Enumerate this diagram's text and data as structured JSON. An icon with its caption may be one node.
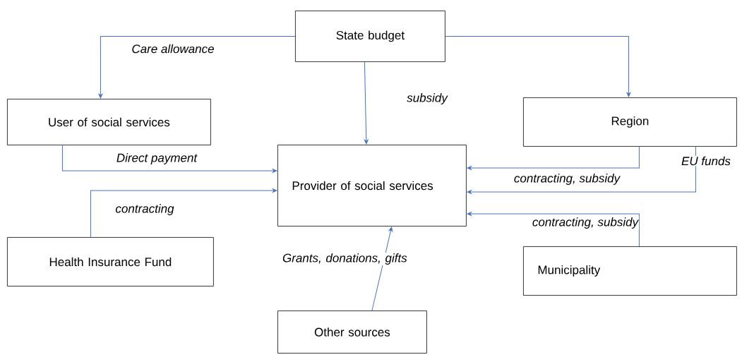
{
  "diagram": {
    "nodes": [
      {
        "text": [
          "State budget"
        ]
      },
      {
        "text": [
          "User of social services"
        ]
      },
      {
        "text": [
          "Region"
        ]
      },
      {
        "text": [
          "Provider of social services"
        ]
      },
      {
        "text": [
          "Health Insurance Fund"
        ]
      },
      {
        "text": [
          "Municipality"
        ]
      },
      {
        "text": [
          "Other sources"
        ]
      }
    ],
    "edges": [
      {
        "from": 0,
        "to": 1,
        "arrow": "to",
        "label": "Care allowance"
      },
      {
        "from": 0,
        "to": 2,
        "arrow": "to"
      },
      {
        "from": 0,
        "to": 3,
        "arrow": "to",
        "label": "subsidy"
      },
      {
        "from": 1,
        "to": 3,
        "arrow": "to",
        "label": "Direct payment"
      },
      {
        "from": 4,
        "to": 3,
        "arrow": "to",
        "label": "contracting"
      },
      {
        "from": 2,
        "to": 3,
        "arrow": "to",
        "label": "contracting, subsidy"
      },
      {
        "from": 2,
        "to": 3,
        "arrow": "to",
        "label": "EU funds"
      },
      {
        "from": 5,
        "to": 3,
        "arrow": "to",
        "label": "contracting, subsidy"
      },
      {
        "from": 6,
        "to": 3,
        "arrow": "to",
        "label": "Grants, donations, gifts"
      }
    ]
  }
}
